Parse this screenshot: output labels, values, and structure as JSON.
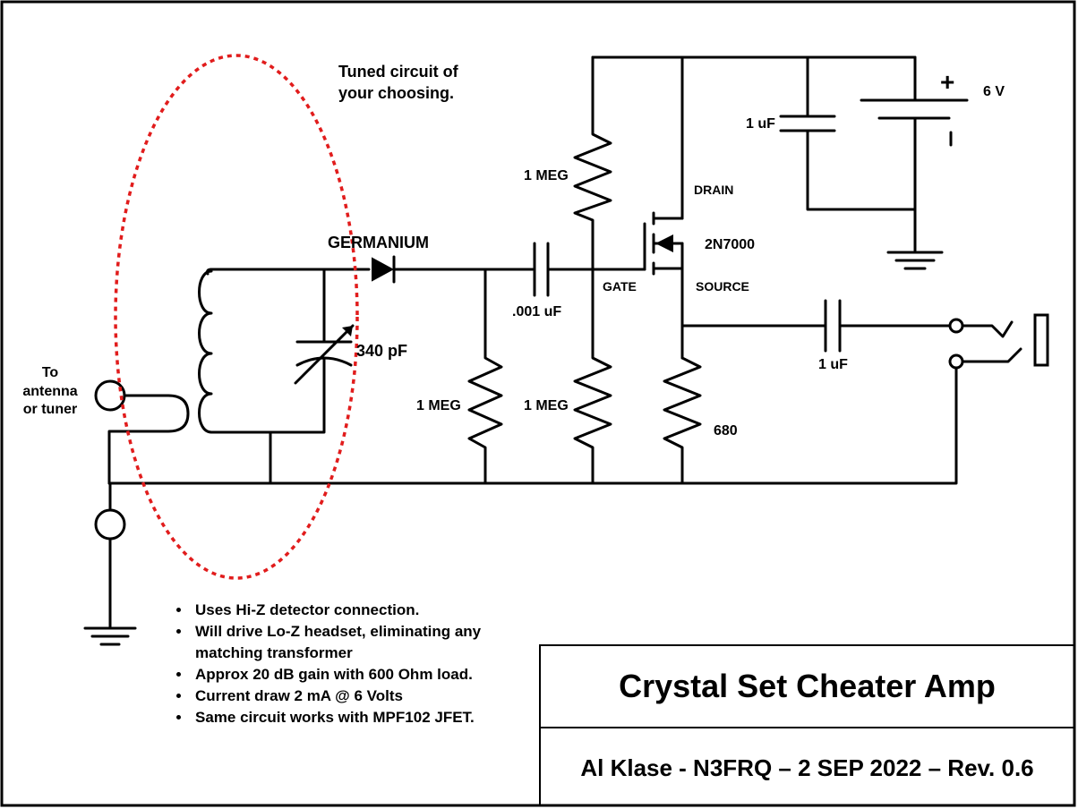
{
  "labels": {
    "tuned_note": [
      "Tuned circuit of",
      "your choosing."
    ],
    "antenna": [
      "To",
      "antenna",
      "or tuner"
    ],
    "germanium": "GERMANIUM",
    "cap_tuning": "340 pF",
    "cap_coupling": ".001 uF",
    "res_gate_top": "1 MEG",
    "res_detector": "1 MEG",
    "res_gate_bottom": "1 MEG",
    "res_source": "680",
    "cap_bypass": "1 uF",
    "cap_output": "1 uF",
    "battery": "6 V",
    "battery_plus": "+",
    "drain": "DRAIN",
    "gate": "GATE",
    "source": "SOURCE",
    "fet": "2N7000"
  },
  "notes": [
    "Uses Hi-Z detector connection.",
    "Will drive Lo-Z headset, eliminating any matching transformer",
    "Approx 20 dB gain with 600 Ohm load.",
    "Current draw 2 mA @ 6 Volts",
    "Same circuit works with MPF102 JFET."
  ],
  "title_block": {
    "title": "Crystal Set Cheater Amp",
    "subtitle": "Al Klase - N3FRQ – 2 SEP 2022 – Rev. 0.6"
  },
  "colors": {
    "highlight_ellipse": "#e11c1c",
    "lines": "#000000"
  }
}
